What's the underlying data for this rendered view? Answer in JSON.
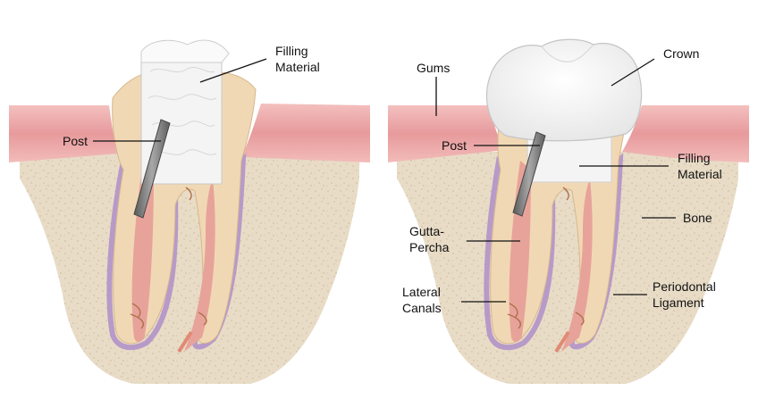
{
  "colors": {
    "gum": "#e79a9c",
    "gum_highlight": "#f4c3c1",
    "bone": "#e8dcc7",
    "bone_speckle": "#d4c4a8",
    "ligament": "#b79ac8",
    "dentin": "#f1d8b4",
    "pulp_canal": "#e7a39a",
    "filling": "#f2f2f2",
    "post": "#7b7b7b",
    "crown": "#fbfbfb",
    "leader_line": "#111111"
  },
  "left_diagram": {
    "labels": {
      "filling_material_line1": "Filling",
      "filling_material_line2": "Material",
      "post": "Post"
    }
  },
  "right_diagram": {
    "labels": {
      "gums": "Gums",
      "crown": "Crown",
      "post": "Post",
      "filling_material_line1": "Filling",
      "filling_material_line2": "Material",
      "bone": "Bone",
      "gutta_percha_line1": "Gutta-",
      "gutta_percha_line2": "Percha",
      "lateral_canals_line1": "Lateral",
      "lateral_canals_line2": "Canals",
      "periodontal_ligament_line1": "Periodontal",
      "periodontal_ligament_line2": "Ligament"
    }
  }
}
